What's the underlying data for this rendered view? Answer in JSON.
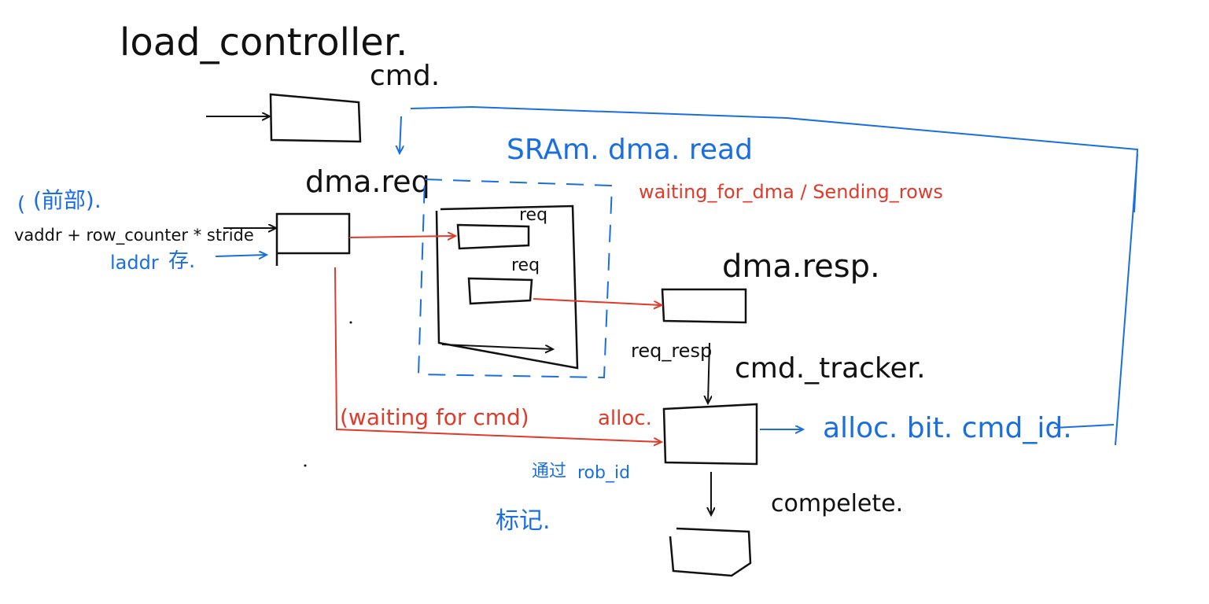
{
  "colors": {
    "black": "#111111",
    "blue": "#1a6fe0",
    "red": "#e03a2a"
  },
  "labels": {
    "title": "load_controller.",
    "cmd": "cmd.",
    "dma_req": "dma.req",
    "sram_dma_read": "SRAm. dma. read",
    "waiting_dma": "waiting_for_dma / Sending_rows",
    "hint_paren": "(",
    "vaddr_expr": "vaddr + row_counter * stride",
    "laddr": "laddr",
    "req_top": "req",
    "req_mid": "req",
    "dma_resp": "dma.resp.",
    "req_resp": "req_resp",
    "cmd_tracker": "cmd._tracker.",
    "waiting_cmd": "(waiting for cmd)",
    "alloc": "alloc.",
    "alloc_bit": "alloc. bit. cmd_id.",
    "rob_id": "rob_id",
    "complete": "compelete."
  }
}
